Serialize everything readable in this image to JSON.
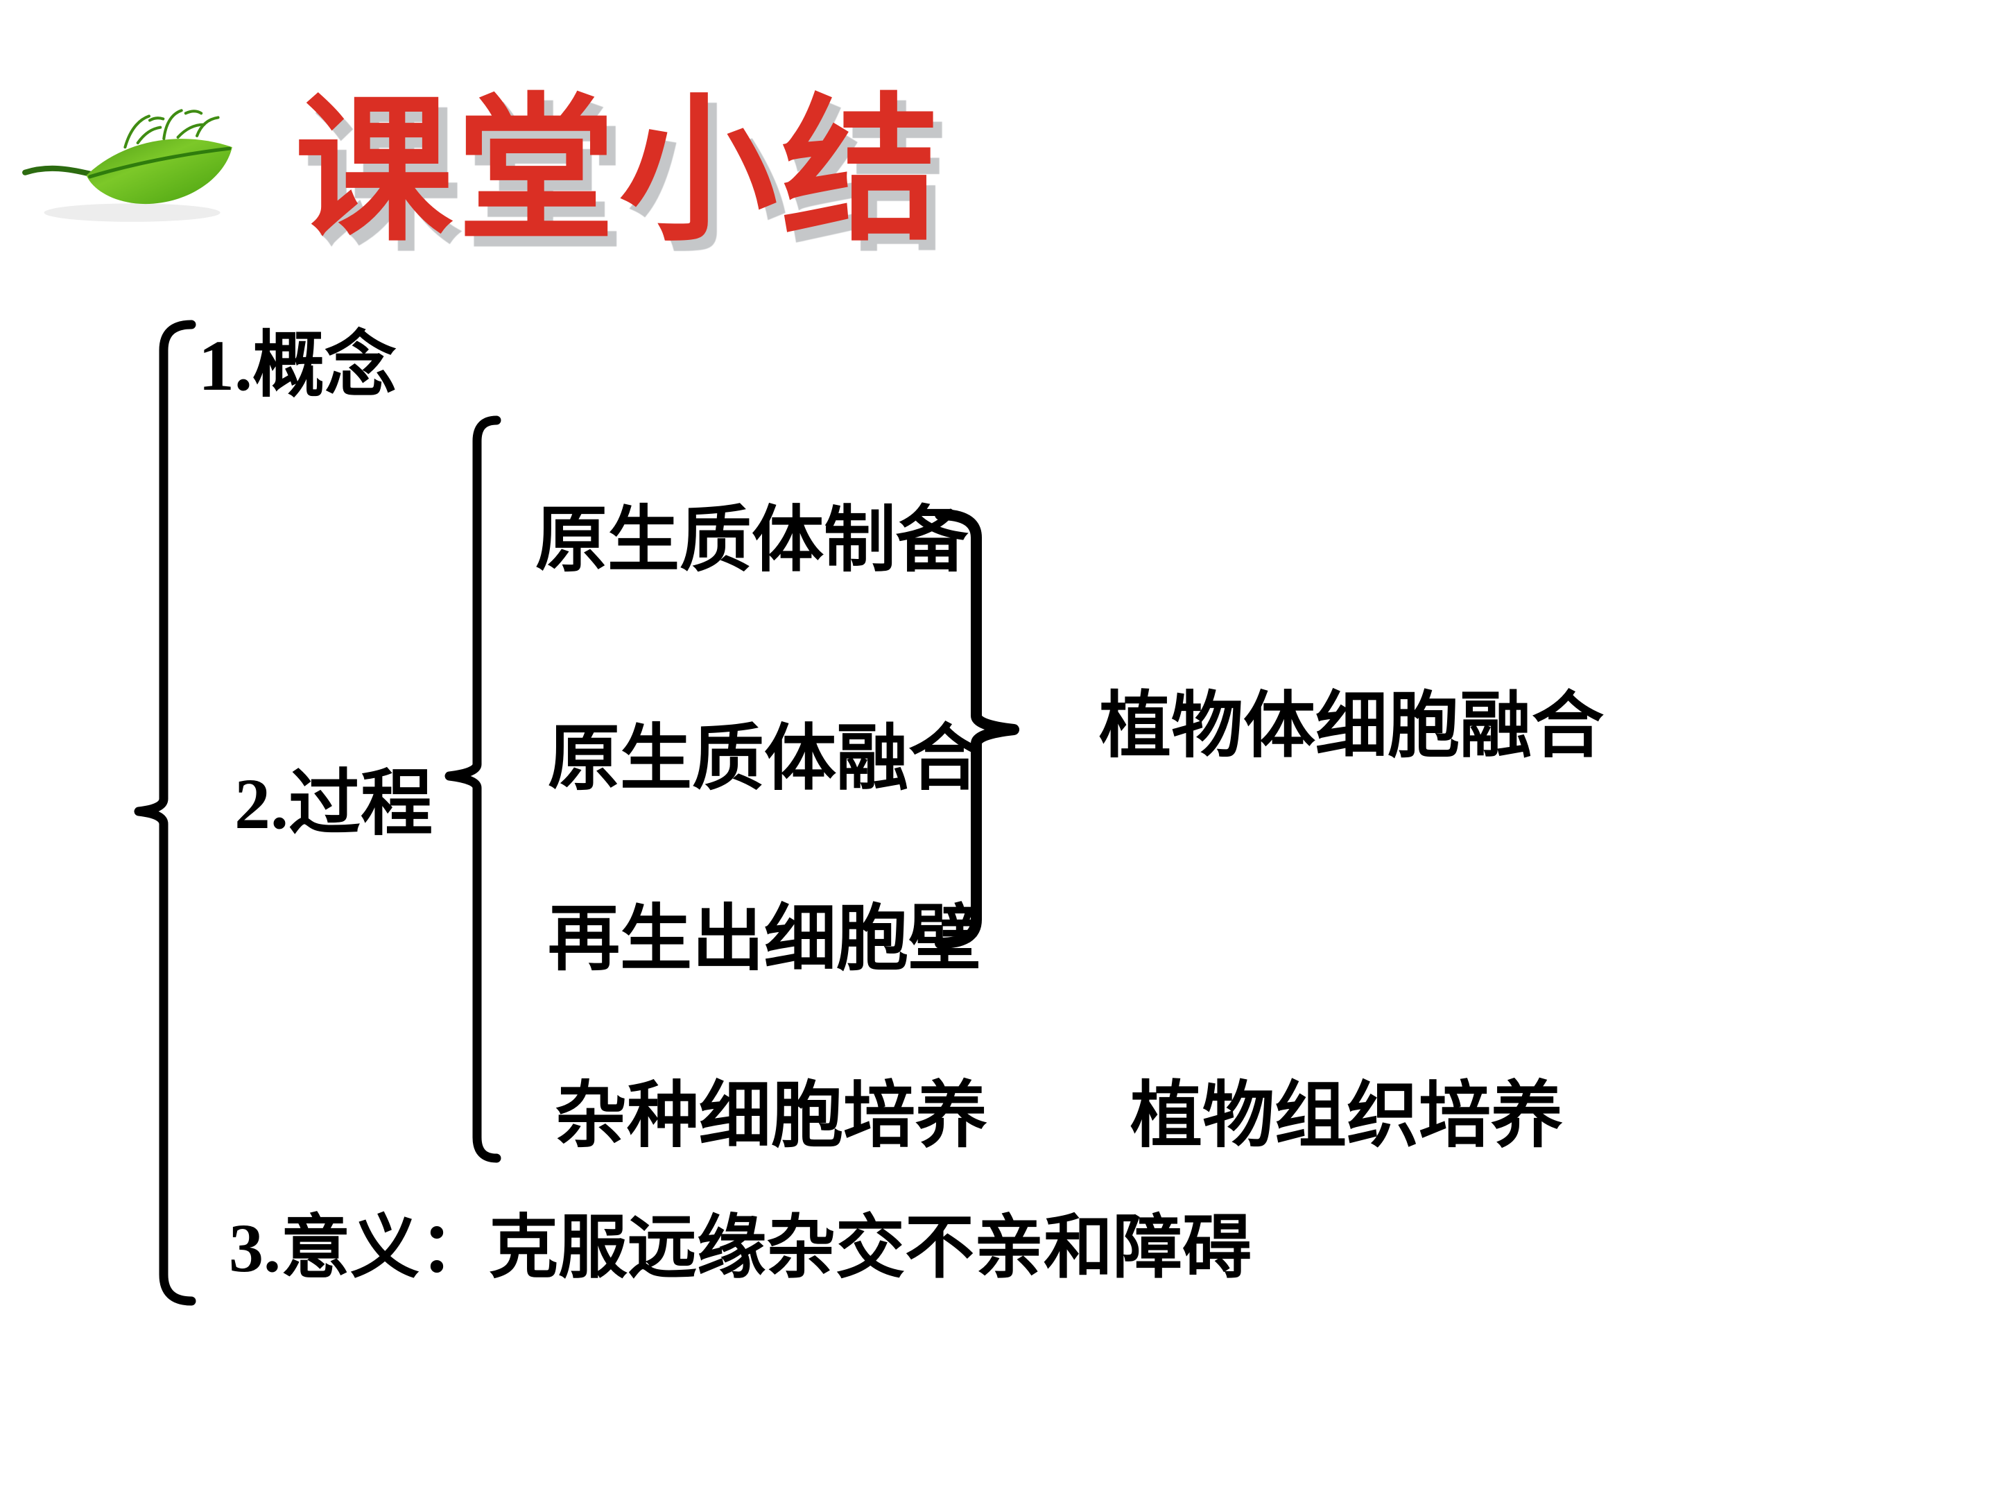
{
  "slide": {
    "background_color": "#ffffff",
    "title": {
      "text": "课堂小结",
      "color": "#da2f24",
      "shadow_color": "#c5c7c9"
    },
    "icons": {
      "leaf": "green-leaf-icon"
    },
    "outline": {
      "item1": {
        "label": "1.概念"
      },
      "item2": {
        "label": "2.过程",
        "steps": [
          "原生质体制备",
          "原生质体融合",
          "再生出细胞壁",
          "杂种细胞培养"
        ],
        "steps_result": "植物体细胞融合",
        "step4_method": "植物组织培养"
      },
      "item3": {
        "label": "3.意义：克服远缘杂交不亲和障碍"
      }
    }
  }
}
